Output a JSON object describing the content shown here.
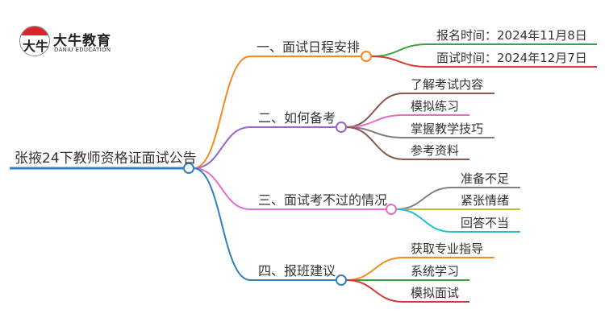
{
  "logo": {
    "badge_text": "大牛",
    "title": "大牛教育",
    "subtitle": "DANIU EDUCATION"
  },
  "mindmap": {
    "root": {
      "label": "张掖24下教师资格证面试公告",
      "color": "#2f7fc1"
    },
    "branches": [
      {
        "label": "一、面试日程安排",
        "color": "#f58a1f",
        "children": [
          {
            "label": "报名时间：2024年11月8日",
            "color": "#3aa33a"
          },
          {
            "label": "面试时间：2024年12月7日",
            "color": "#d93636"
          }
        ]
      },
      {
        "label": "二、如何备考",
        "color": "#9b63c7",
        "children": [
          {
            "label": "了解考试内容",
            "color": "#8b5a4a"
          },
          {
            "label": "模拟练习",
            "color": "#e46fc4"
          },
          {
            "label": "掌握教学技巧",
            "color": "#808080"
          },
          {
            "label": "参考资料",
            "color": "#8b5a4a"
          }
        ]
      },
      {
        "label": "三、面试考不过的情况",
        "color": "#e46fc4",
        "children": [
          {
            "label": "准备不足",
            "color": "#808080"
          },
          {
            "label": "紧张情绪",
            "color": "#c2bd3a"
          },
          {
            "label": "回答不当",
            "color": "#23bfd0"
          }
        ]
      },
      {
        "label": "四、报班建议",
        "color": "#2f7fc1",
        "children": [
          {
            "label": "获取专业指导",
            "color": "#f58a1f"
          },
          {
            "label": "系统学习",
            "color": "#3aa33a"
          },
          {
            "label": "模拟面试",
            "color": "#d93636"
          }
        ]
      }
    ]
  }
}
